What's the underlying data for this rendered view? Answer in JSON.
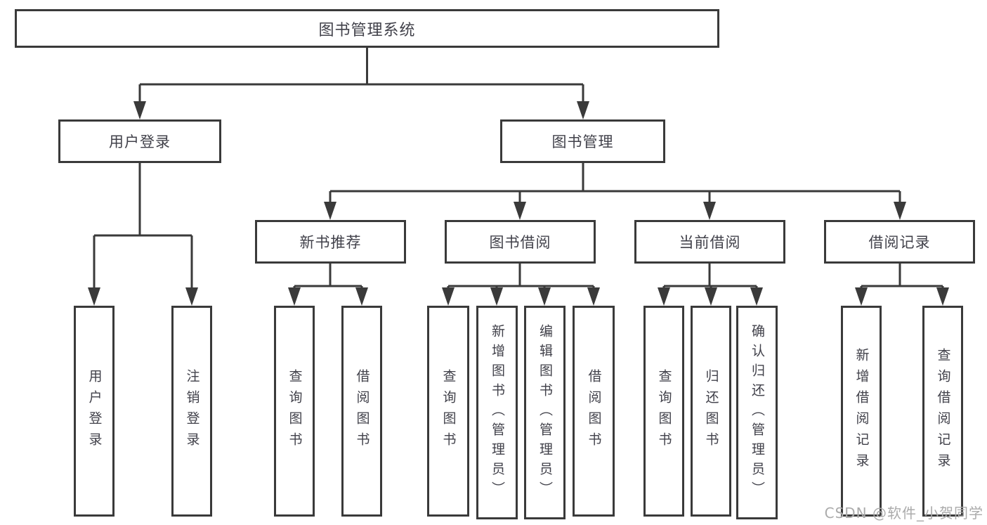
{
  "diagram": {
    "title": "图书管理系统",
    "branches": {
      "user": {
        "label": "用户登录",
        "children": [
          "用户登录",
          "注销登录"
        ]
      },
      "management": {
        "label": "图书管理",
        "sections": [
          {
            "label": "新书推荐",
            "children": [
              "查询图书",
              "借阅图书"
            ]
          },
          {
            "label": "图书借阅",
            "children": [
              "查询图书",
              "新增图书（管理员）",
              "编辑图书（管理员）",
              "借阅图书"
            ]
          },
          {
            "label": "当前借阅",
            "children": [
              "查询图书",
              "归还图书",
              "确认归还（管理员）"
            ]
          },
          {
            "label": "借阅记录",
            "children": [
              "新增借阅记录",
              "查询借阅记录"
            ]
          }
        ]
      }
    }
  },
  "watermark": "CSDN @软件_小贺同学",
  "colors": {
    "line": "#3a3a3a",
    "text": "#41414a",
    "watermark": "#ababab",
    "background": "#ffffff"
  }
}
